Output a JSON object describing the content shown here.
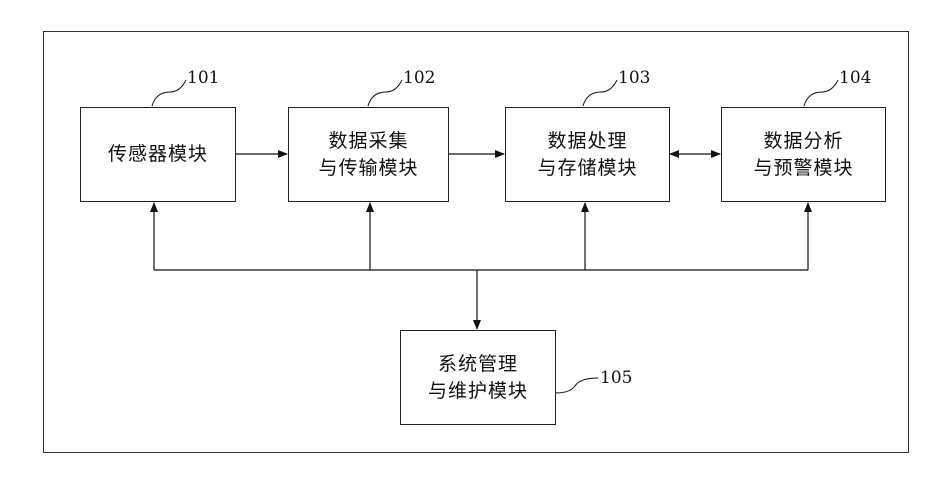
{
  "modules": [
    {
      "id": "101",
      "lines": [
        "传感器模块"
      ]
    },
    {
      "id": "102",
      "lines": [
        "数据采集",
        "与传输模块"
      ]
    },
    {
      "id": "103",
      "lines": [
        "数据处理",
        "与存储模块"
      ]
    },
    {
      "id": "104",
      "lines": [
        "数据分析",
        "与预警模块"
      ]
    },
    {
      "id": "105",
      "lines": [
        "系统管理",
        "与维护模块"
      ]
    }
  ]
}
